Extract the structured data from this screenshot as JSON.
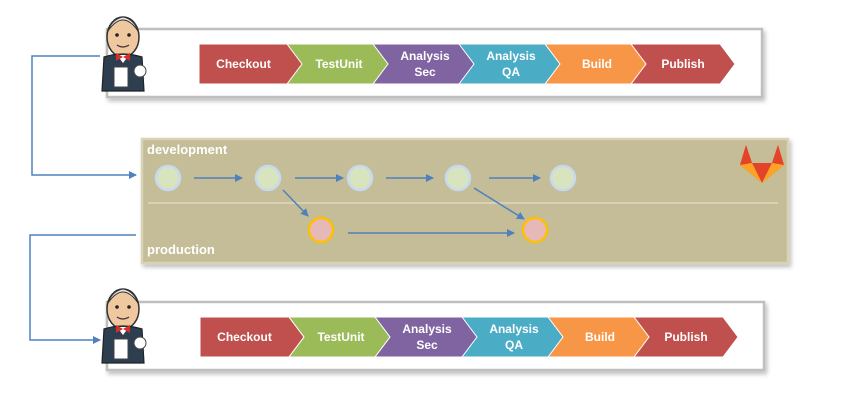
{
  "pipelines": [
    {
      "stages": [
        {
          "label": [
            "Checkout"
          ],
          "color": "#c0504d"
        },
        {
          "label": [
            "TestUnit"
          ],
          "color": "#9bbb59"
        },
        {
          "label": [
            "Analysis",
            "Sec"
          ],
          "color": "#8064a2"
        },
        {
          "label": [
            "Analysis",
            "QA"
          ],
          "color": "#4bacc6"
        },
        {
          "label": [
            "Build"
          ],
          "color": "#f79646"
        },
        {
          "label": [
            "Publish"
          ],
          "color": "#c0504d"
        }
      ]
    },
    {
      "stages": [
        {
          "label": [
            "Checkout"
          ],
          "color": "#c0504d"
        },
        {
          "label": [
            "TestUnit"
          ],
          "color": "#9bbb59"
        },
        {
          "label": [
            "Analysis",
            "Sec"
          ],
          "color": "#8064a2"
        },
        {
          "label": [
            "Analysis",
            "QA"
          ],
          "color": "#4bacc6"
        },
        {
          "label": [
            "Build"
          ],
          "color": "#f79646"
        },
        {
          "label": [
            "Publish"
          ],
          "color": "#c0504d"
        }
      ]
    }
  ],
  "branches": {
    "development": {
      "label": "development",
      "commit_count": 5,
      "commit_fill": "#d7e4bd",
      "commit_stroke": "#c6d9f1"
    },
    "production": {
      "label": "production",
      "commit_count": 2,
      "commit_fill": "#e6b9b8",
      "commit_stroke": "#ffc000"
    }
  },
  "icons": {
    "ci_server": "jenkins-butler-icon",
    "repository": "gitlab-fox-icon"
  },
  "colors": {
    "panel_fill": "#c4bd97",
    "connector": "#4f81bd",
    "arrow": "#4f81bd"
  }
}
